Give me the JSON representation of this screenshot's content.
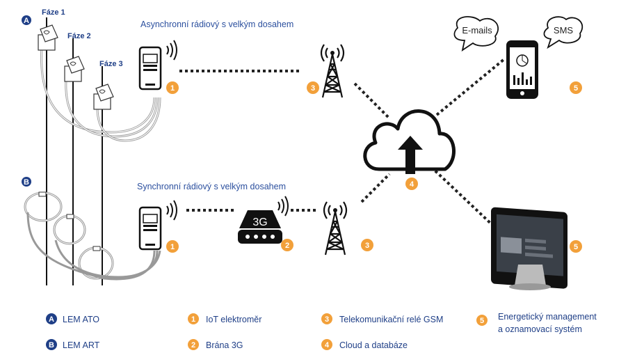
{
  "groups": {
    "a": {
      "badge": "A",
      "phases": [
        "Fáze 1",
        "Fáze 2",
        "Fáze 3"
      ]
    },
    "b": {
      "badge": "B"
    }
  },
  "titles": {
    "async": "Asynchronní rádiový s velkým dosahem",
    "sync": "Synchronní rádiový s velkým dosahem"
  },
  "device_badges": {
    "meter": "1",
    "gateway": "2",
    "relay": "3",
    "cloud": "4",
    "system": "5"
  },
  "gateway_label": "3G",
  "bubbles": {
    "email": "E-mails",
    "sms": "SMS"
  },
  "legend": [
    {
      "badge": "A",
      "text": "LEM ATO",
      "style": "blue"
    },
    {
      "badge": "B",
      "text": "LEM ART",
      "style": "blue"
    },
    {
      "badge": "1",
      "text": "IoT elektroměr",
      "style": "orange"
    },
    {
      "badge": "2",
      "text": "Brána 3G",
      "style": "orange"
    },
    {
      "badge": "3",
      "text": "Telekomunikační relé GSM",
      "style": "orange"
    },
    {
      "badge": "4",
      "text": "Cloud a databáze",
      "style": "orange"
    },
    {
      "badge": "5",
      "text": "Energetický management",
      "text2": "a oznamovací systém",
      "style": "orange"
    }
  ],
  "colors": {
    "accent_blue": "#1f3f87",
    "accent_orange": "#f2a03a",
    "dark": "#111111"
  }
}
